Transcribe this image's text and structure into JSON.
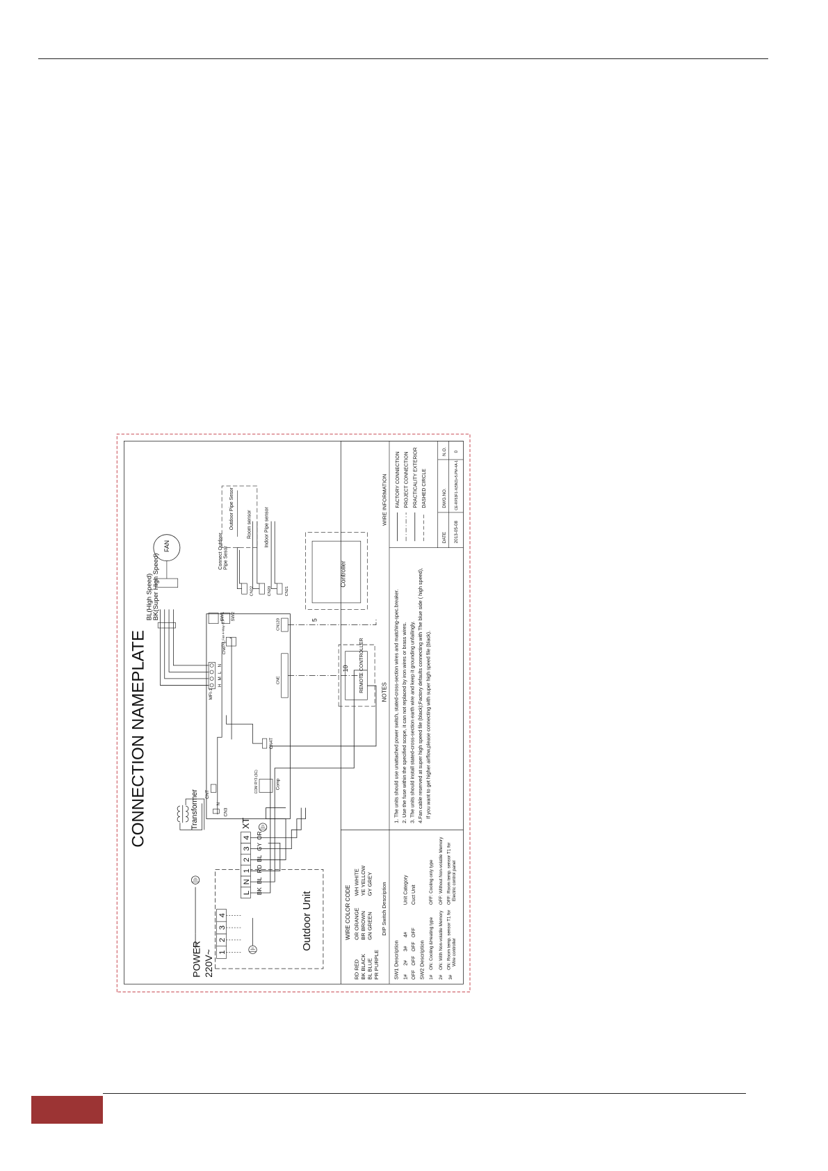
{
  "title": "CONNECTION NAMEPLATE",
  "power": {
    "label": "POWER",
    "voltage": "220V~"
  },
  "outdoor_unit": {
    "label": "Outdoor Unit",
    "terminals": [
      "1",
      "2",
      "3",
      "4"
    ]
  },
  "terminal_block": {
    "label": "XT",
    "terminals": [
      "L",
      "N",
      "1",
      "2",
      "3",
      "4"
    ],
    "wire_colors": [
      "BK",
      "BL",
      "RD",
      "BL",
      "GY",
      "OR"
    ]
  },
  "transformer_label": "Transformer",
  "fan": {
    "label": "FAN",
    "speed_high": "BL(High Speed)",
    "speed_super": "BK(Super High Speed)"
  },
  "board": {
    "mfi_label": "MFI-1",
    "mfi_pins": [
      "H",
      "M",
      "L",
      "N"
    ],
    "connectors": {
      "cnt": "CNT",
      "cn3": "CN3",
      "cn3_pin": "N",
      "cn4t": "CN4T",
      "comp_relay": "COM RY3 (3C)",
      "comp": "Comp",
      "cn6": "CN6",
      "cn6_tag": "Out_Fan 4-Way O.P",
      "cne": "CNE",
      "cn120": "CN120",
      "cn22": "CN22",
      "cn20": "CN20",
      "cn21": "CN21",
      "sw1": "SW1",
      "sw1_digits": "1 2 3 4",
      "sw2": "SW2",
      "sw2_digits": "1 2 3",
      "on": "ON",
      "dip": "DIP"
    }
  },
  "sensors": {
    "outdoor_pipe": "Outdoor Pipe Sesor",
    "connect_outdoor_line1": "Connect Outdoor",
    "connect_outdoor_line2": "Pipe Sesor",
    "room": "Room sensor",
    "indoor_pipe": "Indoor Pipe sensor"
  },
  "controller": {
    "label": "Controller",
    "wire_count": "5"
  },
  "remote_controller": {
    "label": "REMOTE CONTROLLER",
    "wire_count": "10"
  },
  "wire_color_code": {
    "title": "WIRE COLOR CODE",
    "columns": [
      [
        "RD RED",
        "BK BLACK",
        "BL BLUE",
        "PR PURPLE"
      ],
      [
        "OR ORANGE",
        "BR BROWN",
        "GN GREEN"
      ],
      [
        "WH WHITE",
        "YE YELLOW",
        "GY GREY"
      ]
    ]
  },
  "dip": {
    "title": "DIP Switch Description",
    "sw1_title": "SW1 Description",
    "sw1_headers": [
      "1#",
      "2#",
      "3#",
      "4#"
    ],
    "sw1_values": [
      "OFF",
      "OFF",
      "OFF",
      "OFF"
    ],
    "unit_category_header": "Unit Category",
    "unit_category": "Cuct Unit",
    "sw2_title": "SW2 Description",
    "sw2_rows": [
      {
        "num": "1#",
        "on": "ON:  Cooling &Heating type",
        "off": "OFF:  Cooling only type"
      },
      {
        "num": "2#",
        "on": "ON:  With Non-volatile Memory",
        "off": "OFF:  Without Non-volatile Memory"
      },
      {
        "num": "3#",
        "on": "ON:  Room temp. sensor T1 for",
        "on2": "Wire controller",
        "off": "OFF:  Room temp. sensor T1 for",
        "off2": "Electric control panel"
      }
    ]
  },
  "notes": {
    "title": "NOTES",
    "lines": [
      "1. The units should use unattached power switch, stated-cross-section wires and matching-spec.breaker.",
      "2. Use the fuse within the specified scope, it can not replaced by iron wires or brass wires.",
      "3. The units should install stated-cross-section earth wire and keep it grounding unfailingly.",
      "4.Fan cable reserved at super high speed file (black);Factory defaults connecting with The blue side ( high speed),",
      "If you want to get higher airflow,please connecting with super high speed file (black)."
    ]
  },
  "wire_info": {
    "title": "WIRE INFORMATION",
    "items": [
      "FACTORY CONNECTION",
      "PROJECT CONNECTION",
      "PRACTICALITY EXTERIOR",
      "DASHED CIRCLE"
    ],
    "date_label": "DATE",
    "date": "2013-05-08",
    "dwg_label": "DWG.NO.",
    "dwg": "CE-RF53F1-X(5N3)+5.PM-4A-1",
    "no_label": "N.O.",
    "no": "0"
  }
}
